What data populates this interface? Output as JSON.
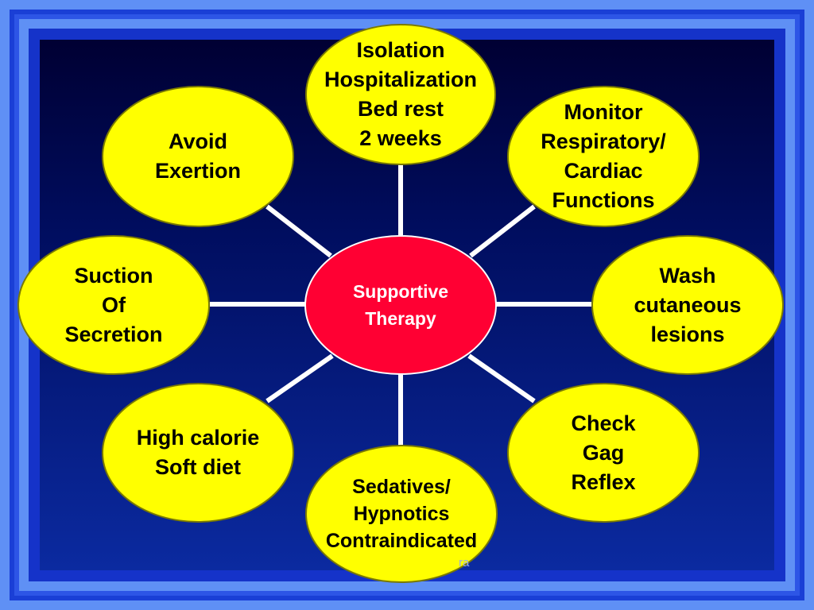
{
  "colors": {
    "node_fill": "#ffff00",
    "hub_fill": "#ff0033",
    "connector": "#ffffff",
    "frame": "#5f90f5",
    "background_top": "#000033",
    "background_bottom": "#0b2aa0"
  },
  "hub": {
    "label": "Supportive\nTherapy"
  },
  "nodes": {
    "isolation": "Isolation\nHospitalization\nBed rest\n2 weeks",
    "monitor": "Monitor\nRespiratory/\nCardiac\nFunctions",
    "wash": "Wash\ncutaneous\nlesions",
    "check_gag": "Check\nGag\nReflex",
    "sedatives": "Sedatives/\nHypnotics\nContraindicated",
    "high_calorie": "High calorie\nSoft diet",
    "suction": "Suction\nOf\nSecretion",
    "avoid_exertion": "Avoid\nExertion"
  },
  "footer_fragment": "ra"
}
